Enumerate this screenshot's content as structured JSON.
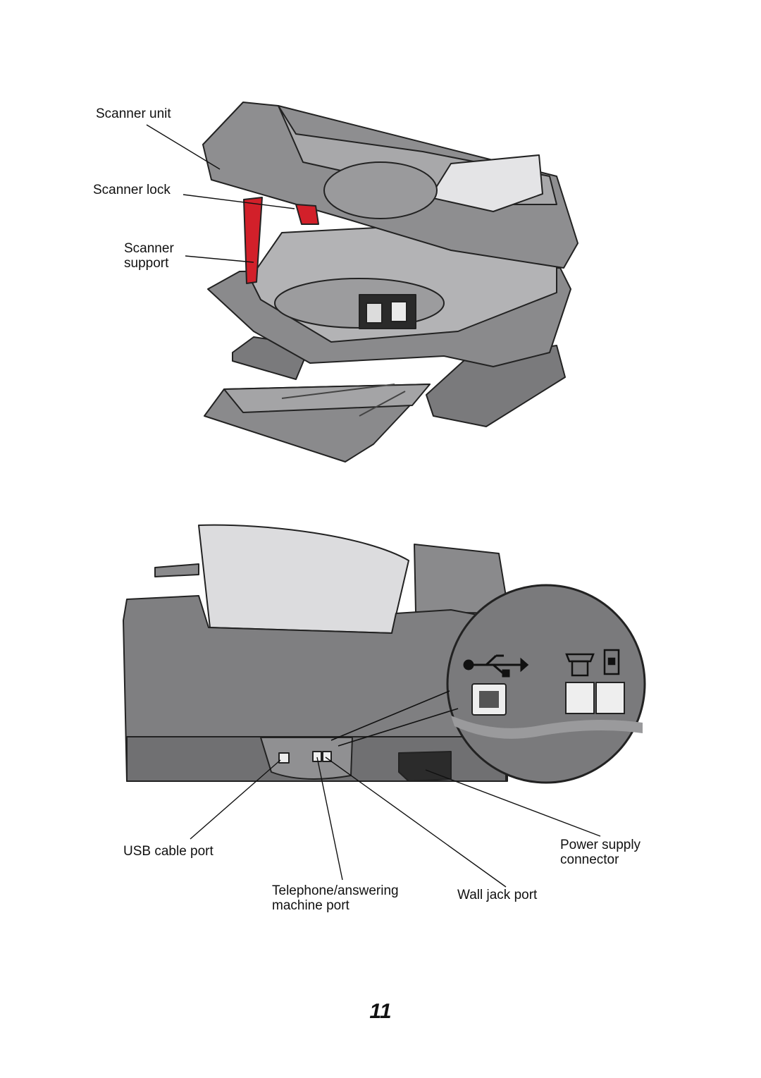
{
  "callouts_top": {
    "scanner_unit": "Scanner unit",
    "scanner_lock": "Scanner lock",
    "scanner_support_line1": "Scanner",
    "scanner_support_line2": "support"
  },
  "callouts_bottom": {
    "usb_cable_port": "USB cable port",
    "power_supply_line1": "Power supply",
    "power_supply_line2": "connector",
    "telephone_line1": "Telephone/answering",
    "telephone_line2": "machine port",
    "wall_jack_port": "Wall jack port"
  },
  "page_number": "11",
  "colors": {
    "printer_body": "#8a8a8c",
    "printer_dark": "#6e6e70",
    "printer_light": "#c9c9cb",
    "scanner_support": "#d2202a",
    "background": "#ffffff"
  },
  "icons": [
    "usb-icon",
    "telephone-icon",
    "wall-jack-icon",
    "ethernet-style-port-icon"
  ]
}
